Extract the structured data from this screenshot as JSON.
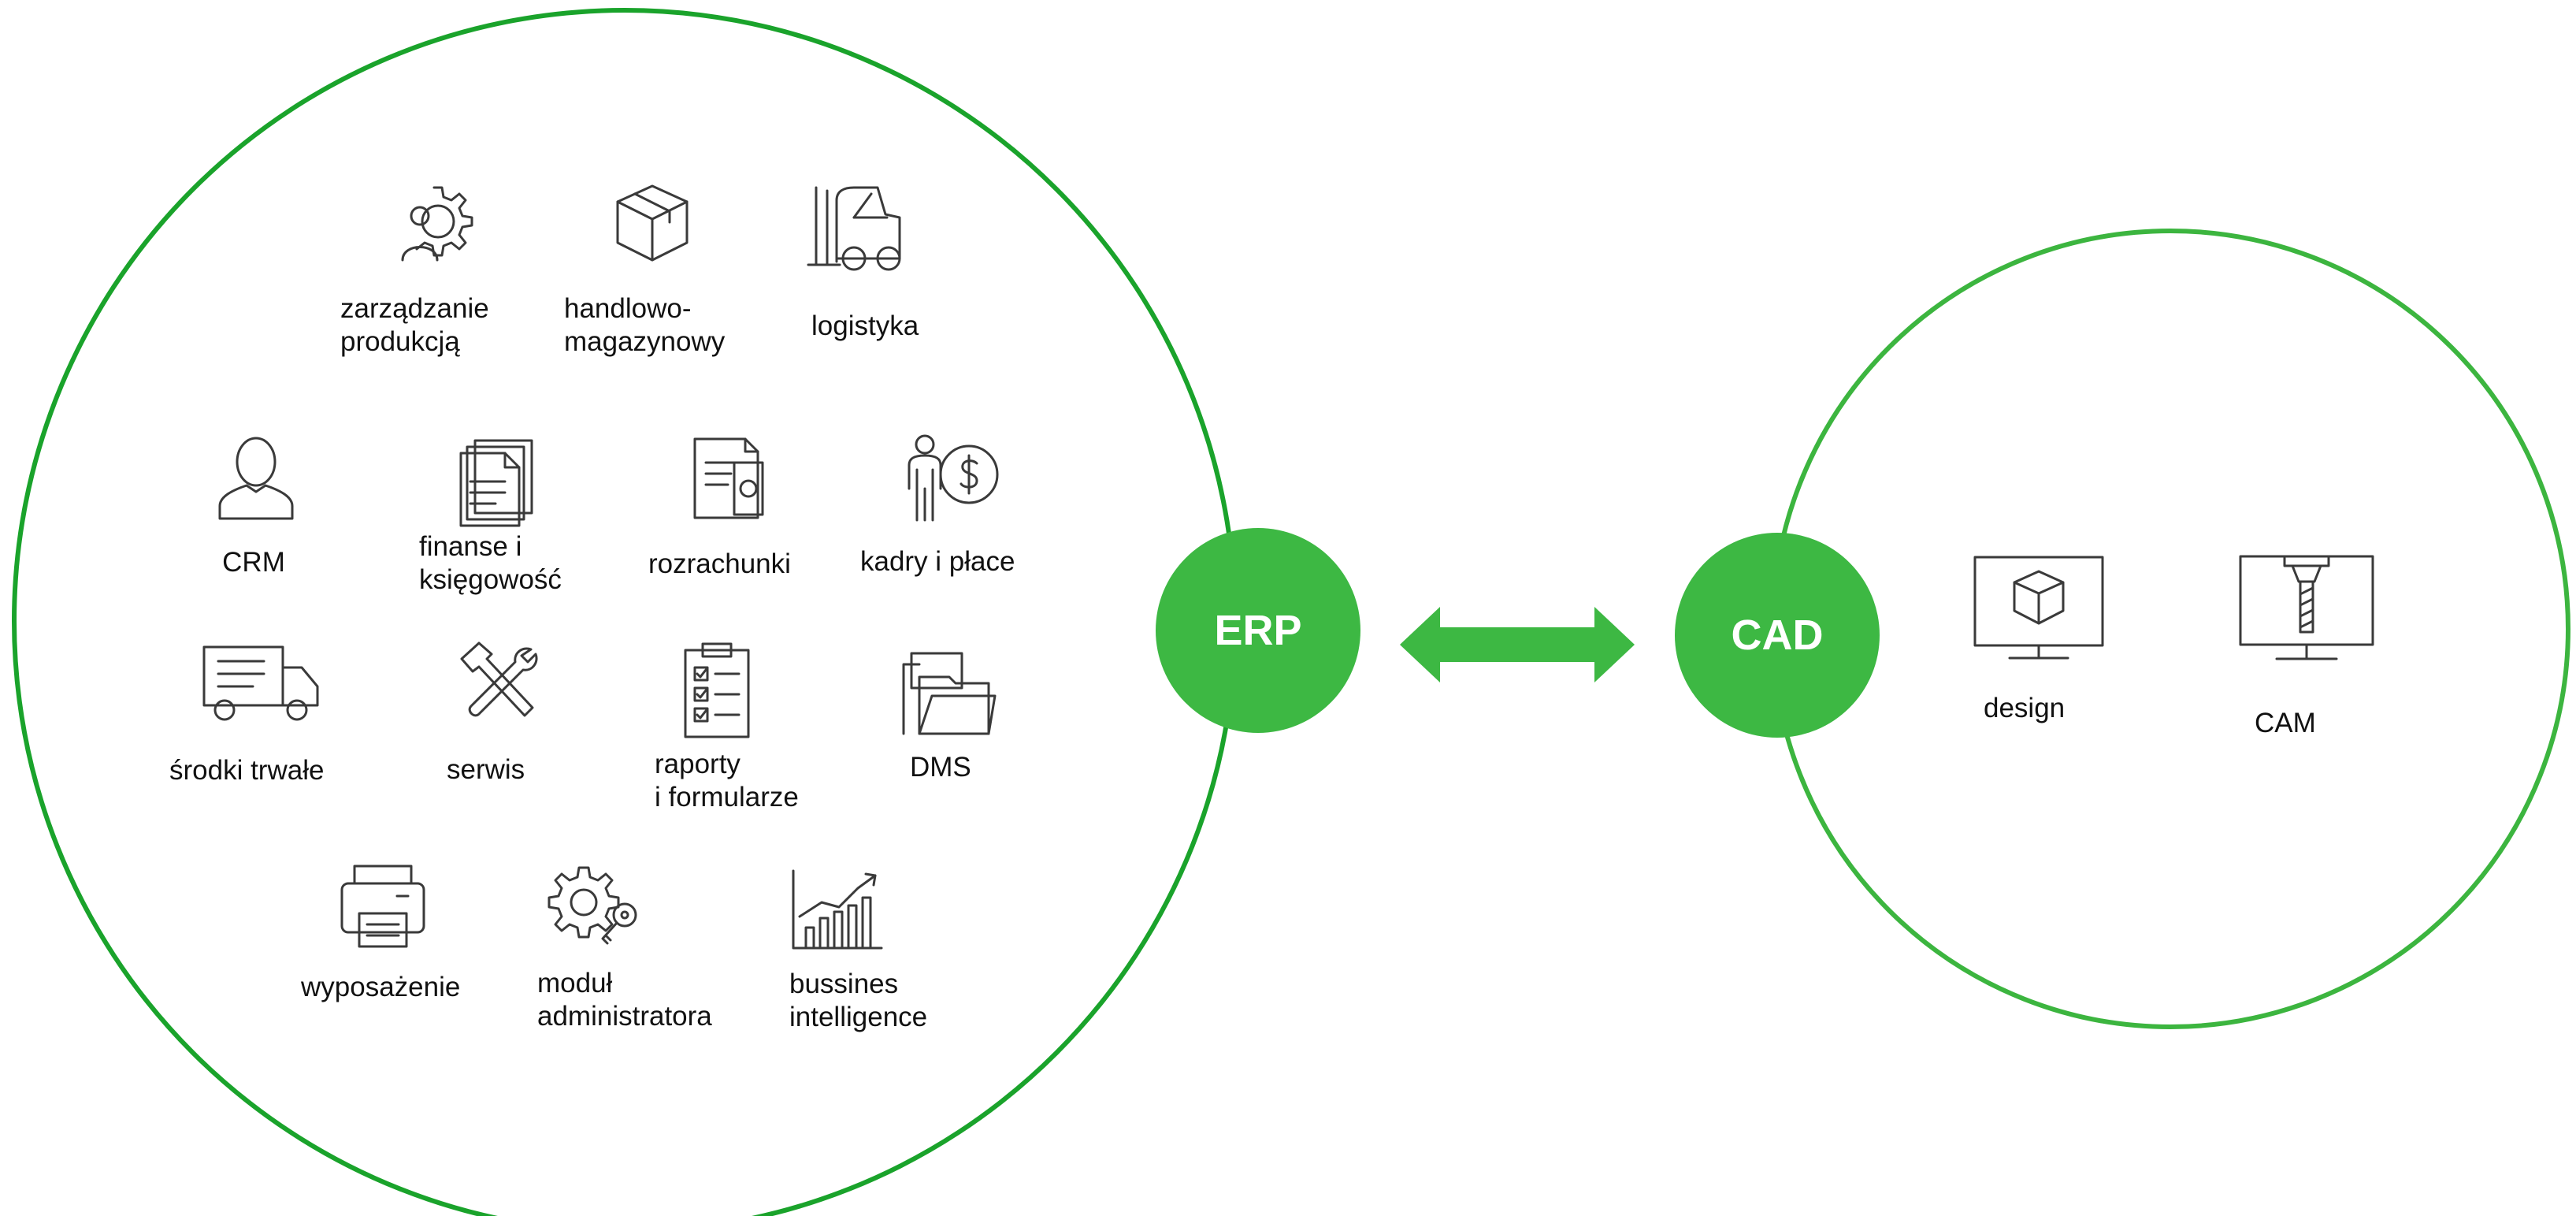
{
  "erp": {
    "label": "ERP",
    "modules": [
      {
        "id": "production",
        "icon": "gear-users-icon",
        "lines": [
          "zarządzanie",
          "produkcją"
        ]
      },
      {
        "id": "warehouse",
        "icon": "box-icon",
        "lines": [
          "handlowo-",
          "magazynowy"
        ]
      },
      {
        "id": "logistics",
        "icon": "forklift-icon",
        "lines": [
          "logistyka"
        ]
      },
      {
        "id": "crm",
        "icon": "user-icon",
        "lines": [
          "CRM"
        ]
      },
      {
        "id": "finance",
        "icon": "documents-icon",
        "lines": [
          "finanse i",
          "księgowość"
        ]
      },
      {
        "id": "settlements",
        "icon": "document-money-icon",
        "lines": [
          "rozrachunki"
        ]
      },
      {
        "id": "hr",
        "icon": "person-dollar-icon",
        "lines": [
          "kadry i płace"
        ]
      },
      {
        "id": "fixed-assets",
        "icon": "truck-icon",
        "lines": [
          "środki trwałe"
        ]
      },
      {
        "id": "service",
        "icon": "hammer-wrench-icon",
        "lines": [
          "serwis"
        ]
      },
      {
        "id": "reports",
        "icon": "clipboard-checklist-icon",
        "lines": [
          "raporty",
          "i formularze"
        ]
      },
      {
        "id": "dms",
        "icon": "folder-icon",
        "lines": [
          "DMS"
        ]
      },
      {
        "id": "equipment",
        "icon": "printer-icon",
        "lines": [
          "wyposażenie"
        ]
      },
      {
        "id": "admin",
        "icon": "gear-key-icon",
        "lines": [
          "moduł",
          "administratora"
        ]
      },
      {
        "id": "bi",
        "icon": "bar-chart-trend-icon",
        "lines": [
          "bussines",
          "intelligence"
        ]
      }
    ]
  },
  "cad": {
    "label": "CAD",
    "modules": [
      {
        "id": "design",
        "icon": "monitor-cube-icon",
        "lines": [
          "design"
        ]
      },
      {
        "id": "cam",
        "icon": "monitor-drill-icon",
        "lines": [
          "CAM"
        ]
      }
    ]
  },
  "colors": {
    "erp_ring": "#1aa32b",
    "cad_ring": "#3cb53f",
    "badge": "#3db843",
    "arrow": "#3db843",
    "icon_stroke": "#3a3a3a",
    "text": "#111111"
  }
}
